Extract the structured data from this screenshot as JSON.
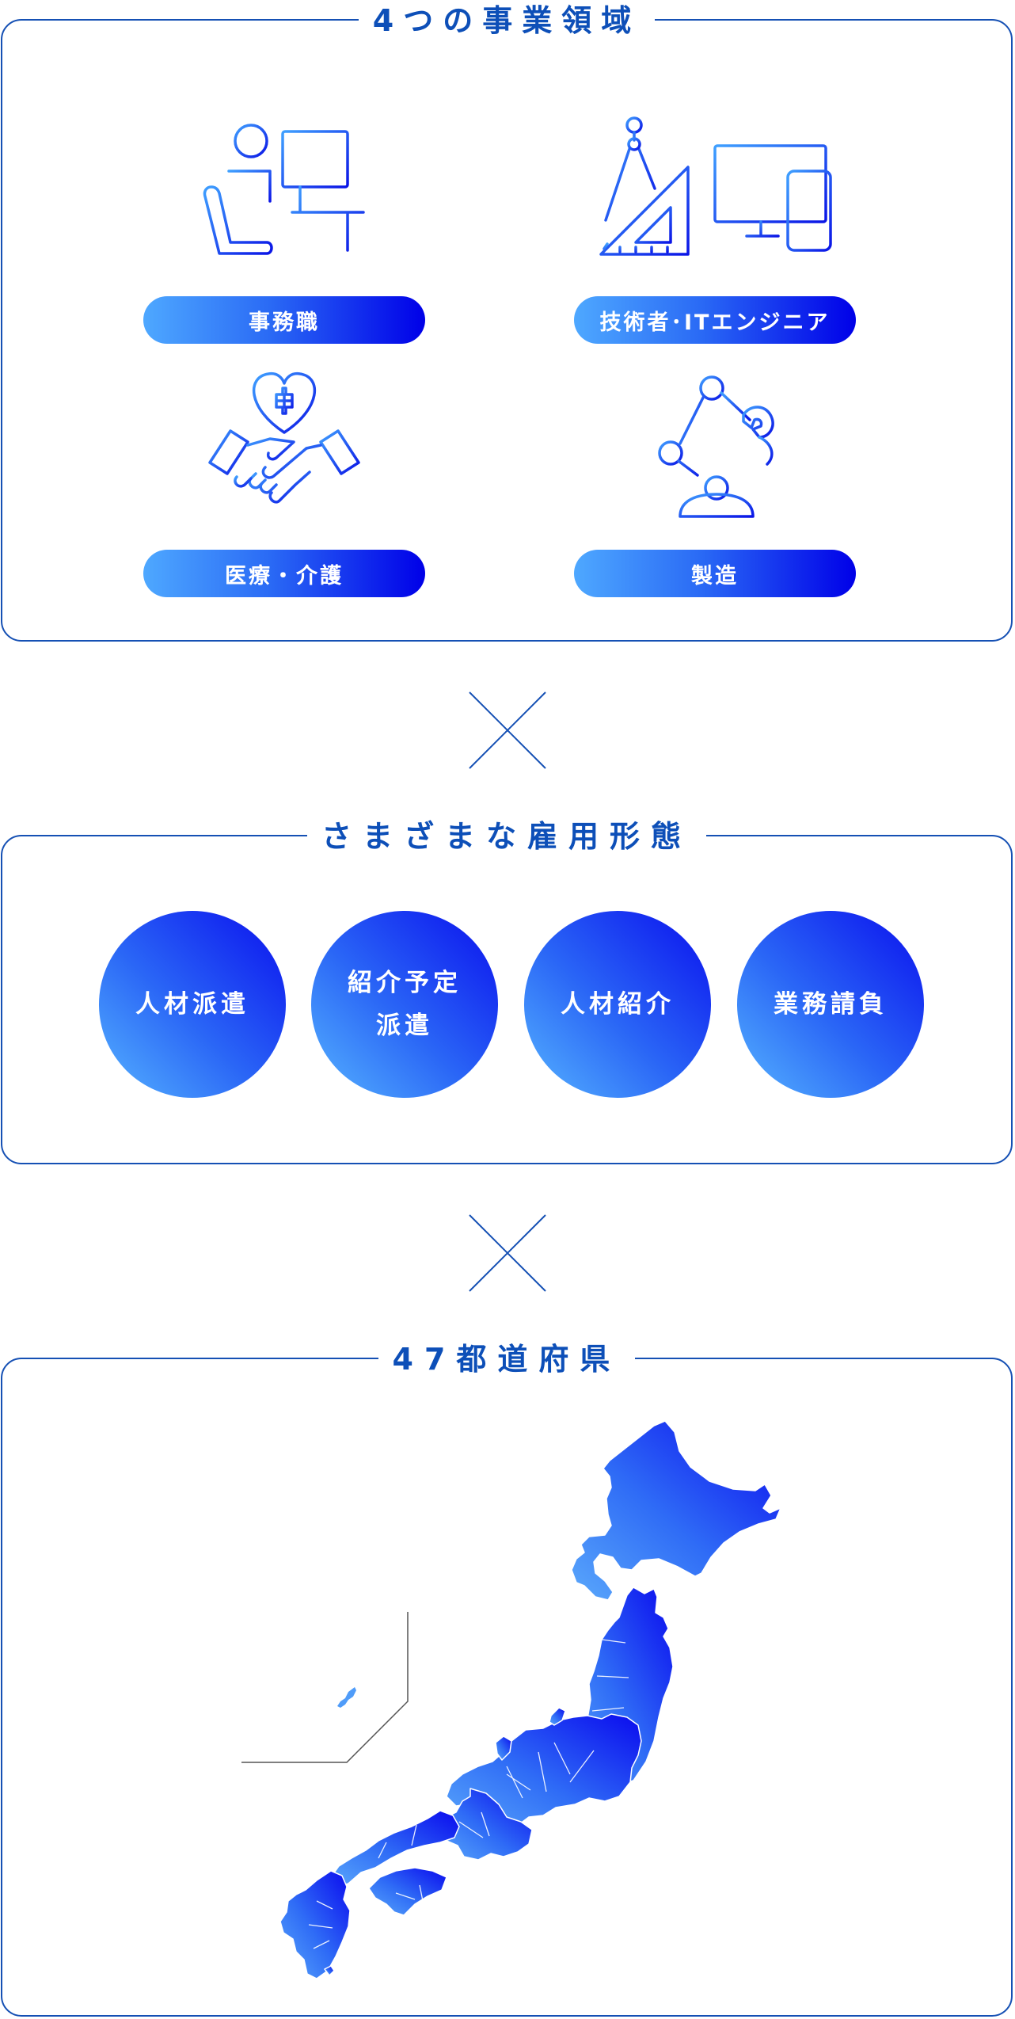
{
  "business": {
    "title": "4つの事業領域",
    "items": [
      {
        "label": "事務職",
        "icon": "office-worker-icon"
      },
      {
        "label": "技術者･ITエンジニア",
        "icon": "engineer-devices-icon"
      },
      {
        "label": "医療・介護",
        "icon": "handshake-heart-icon"
      },
      {
        "label": "製造",
        "icon": "robot-arm-icon"
      }
    ]
  },
  "employment": {
    "title": "さまざまな雇用形態",
    "items": [
      {
        "line1": "人材派遣",
        "line2": ""
      },
      {
        "line1": "紹介予定",
        "line2": "派遣"
      },
      {
        "line1": "人材紹介",
        "line2": ""
      },
      {
        "line1": "業務請負",
        "line2": ""
      }
    ]
  },
  "regions": {
    "title": "47都道府県",
    "map": "japan-map"
  },
  "colors": {
    "border": "#1550b4",
    "title": "#0d4fb8",
    "gradient_light": "#4ea8ff",
    "gradient_dark": "#0000e8"
  }
}
